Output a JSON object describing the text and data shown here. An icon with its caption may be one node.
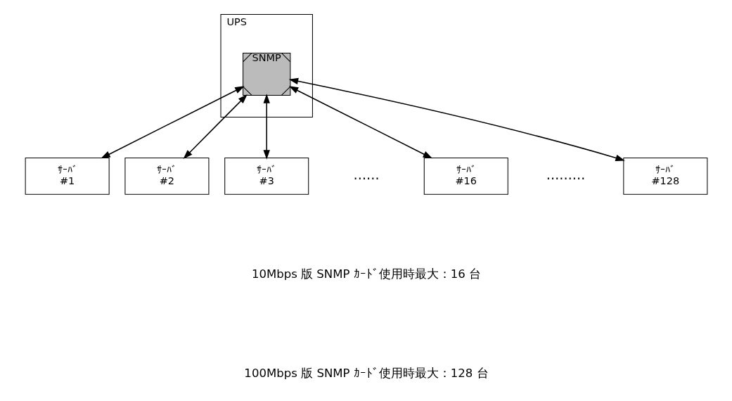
{
  "diagram": {
    "nodes": [
      {
        "text": [
          "UPS"
        ]
      },
      {
        "text": [
          "SNMP"
        ],
        "in": 0
      },
      {
        "text": [
          "ｻｰﾊﾞ",
          "#1"
        ]
      },
      {
        "text": [
          "ｻｰﾊﾞ",
          "#2"
        ]
      },
      {
        "text": [
          "ｻｰﾊﾞ",
          "#3"
        ]
      },
      {
        "text": [
          "ｻｰﾊﾞ",
          "#16"
        ]
      },
      {
        "text": [
          "ｻｰﾊﾞ",
          "#128"
        ]
      }
    ],
    "edges": [
      {
        "from": 1,
        "to": 2,
        "arrow": "both"
      },
      {
        "from": 1,
        "to": 3,
        "arrow": "both"
      },
      {
        "from": 1,
        "to": 4,
        "arrow": "both"
      },
      {
        "from": 1,
        "to": 5,
        "arrow": "both"
      },
      {
        "from": 1,
        "to": 6,
        "arrow": "both"
      }
    ],
    "labels": [
      "……",
      "………",
      "10Mbps 版 SNMP ｶｰﾄﾞ使用時最大：16 台",
      "100Mbps 版 SNMP ｶｰﾄﾞ使用時最大：128 台"
    ]
  }
}
